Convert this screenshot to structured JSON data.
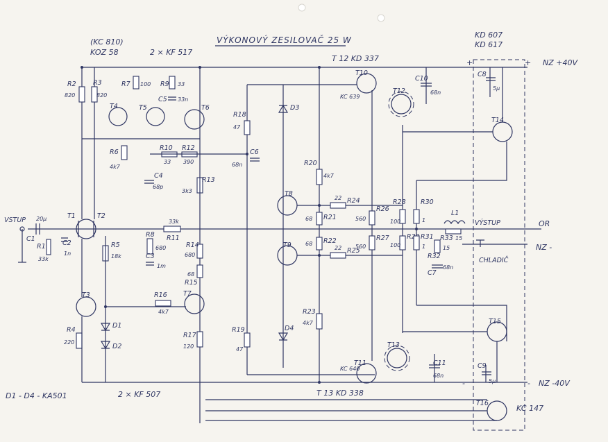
{
  "title": "VÝKONOVÝ   ZESILOVAČ  25 W",
  "header_notes": {
    "kc810": "(KC 810)",
    "koz58": "KOZ 58",
    "kf517": "2 × KF 517",
    "kd607": "KD 607",
    "kd617": "KD 617",
    "t12_note": "T 12  KD 337",
    "t13_note": "T 13  KD 338",
    "kf507": "2 × KF 507",
    "diodes": "D1 - D4 - KA501",
    "kc147": "KC 147"
  },
  "terminals": {
    "vstup": "VSTUP",
    "vystup": "VÝSTUP",
    "or": "OR",
    "nz_plus": "NZ +40V",
    "nz_gnd": "NZ -",
    "nz_minus": "NZ -40V",
    "chladic": "CHLADIČ",
    "plus": "+",
    "minus": "-"
  },
  "transistors": [
    {
      "label": "T1"
    },
    {
      "label": "T2"
    },
    {
      "label": "T3"
    },
    {
      "label": "T4"
    },
    {
      "label": "T5"
    },
    {
      "label": "T6"
    },
    {
      "label": "T7"
    },
    {
      "label": "T8"
    },
    {
      "label": "T9"
    },
    {
      "label": "T10",
      "type": "KC 639"
    },
    {
      "label": "T11",
      "type": "KC 640"
    },
    {
      "label": "T12"
    },
    {
      "label": "T13"
    },
    {
      "label": "T14"
    },
    {
      "label": "T15"
    },
    {
      "label": "T16"
    }
  ],
  "resistors": [
    {
      "label": "R1",
      "value": "33k"
    },
    {
      "label": "R2",
      "value": "820"
    },
    {
      "label": "R3",
      "value": "820"
    },
    {
      "label": "R4",
      "value": "220"
    },
    {
      "label": "R5",
      "value": "18k"
    },
    {
      "label": "R6",
      "value": "4k7"
    },
    {
      "label": "R7",
      "value": "100"
    },
    {
      "label": "R8",
      "value": "680"
    },
    {
      "label": "R9",
      "value": "33"
    },
    {
      "label": "R10",
      "value": "33"
    },
    {
      "label": "R11",
      "value": "33k"
    },
    {
      "label": "R12",
      "value": "390"
    },
    {
      "label": "R13",
      "value": "3k3"
    },
    {
      "label": "R14",
      "value": "680"
    },
    {
      "label": "R15",
      "value": "68"
    },
    {
      "label": "R16",
      "value": "4k7"
    },
    {
      "label": "R17",
      "value": "120"
    },
    {
      "label": "R18",
      "value": "47"
    },
    {
      "label": "R19",
      "value": "47"
    },
    {
      "label": "R20",
      "value": "4k7"
    },
    {
      "label": "R21",
      "value": "68"
    },
    {
      "label": "R22",
      "value": "68"
    },
    {
      "label": "R23",
      "value": "4k7"
    },
    {
      "label": "R24",
      "value": "22"
    },
    {
      "label": "R25",
      "value": "22"
    },
    {
      "label": "R26",
      "value": "560"
    },
    {
      "label": "R27",
      "value": "560"
    },
    {
      "label": "R28",
      "value": "100"
    },
    {
      "label": "R29",
      "value": "100"
    },
    {
      "label": "R30",
      "value": "1"
    },
    {
      "label": "R31",
      "value": "1"
    },
    {
      "label": "R32",
      "value": "15"
    },
    {
      "label": "R33",
      "value": "15"
    }
  ],
  "capacitors": [
    {
      "label": "C1",
      "value": "20μ"
    },
    {
      "label": "C2",
      "value": "1n"
    },
    {
      "label": "C3",
      "value": "1m"
    },
    {
      "label": "C4",
      "value": "68p"
    },
    {
      "label": "C5",
      "value": "33n"
    },
    {
      "label": "C6",
      "value": "68n"
    },
    {
      "label": "C7",
      "value": "68n"
    },
    {
      "label": "C8",
      "value": "5μ"
    },
    {
      "label": "C9",
      "value": "5μ"
    },
    {
      "label": "C10",
      "value": "68n"
    },
    {
      "label": "C11",
      "value": "68n"
    }
  ],
  "diodes": [
    {
      "label": "D1"
    },
    {
      "label": "D2"
    },
    {
      "label": "D3"
    },
    {
      "label": "D4"
    }
  ],
  "inductors": [
    {
      "label": "L1"
    }
  ]
}
